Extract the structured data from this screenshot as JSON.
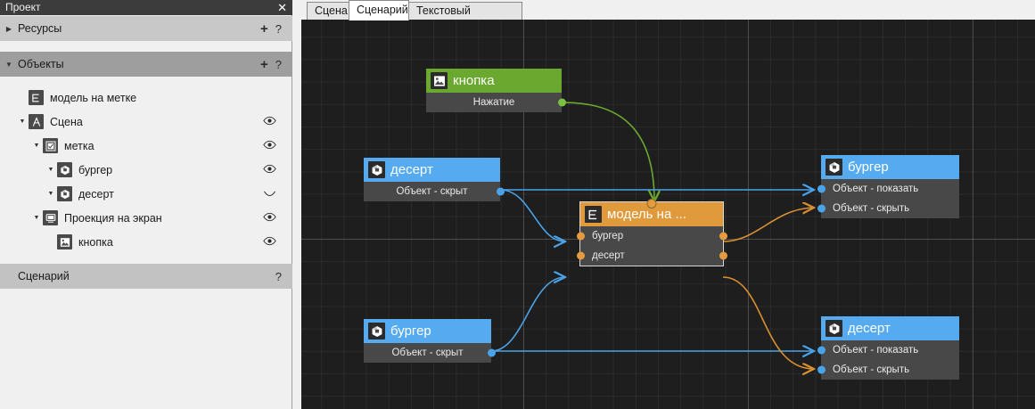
{
  "panel": {
    "title": "Проект",
    "close_icon": "close-icon",
    "sections": [
      {
        "label": "Ресурсы",
        "arrow": "▶",
        "plus": "+",
        "help": "?",
        "style": "light"
      },
      {
        "label": "Объекты",
        "arrow": "▼",
        "plus": "+",
        "help": "?",
        "style": "dark"
      }
    ],
    "footer_section": {
      "label": "Сценарий",
      "help": "?"
    },
    "tree": [
      {
        "label": "модель на метке",
        "arrow": "",
        "icon": "marker-model-icon",
        "indent": 0,
        "eye": "none"
      },
      {
        "label": "Сцена",
        "arrow": "▼",
        "icon": "scene-icon",
        "indent": 0,
        "eye": "open"
      },
      {
        "label": "метка",
        "arrow": "▼",
        "icon": "marker-icon",
        "indent": 1,
        "eye": "open"
      },
      {
        "label": "бургер",
        "arrow": "▼",
        "icon": "cube-icon",
        "indent": 2,
        "eye": "open"
      },
      {
        "label": "десерт",
        "arrow": "▼",
        "icon": "cube-icon",
        "indent": 2,
        "eye": "closed"
      },
      {
        "label": "Проекция на экран",
        "arrow": "▼",
        "icon": "screen-icon",
        "indent": 1,
        "eye": "open"
      },
      {
        "label": "кнопка",
        "arrow": "",
        "icon": "image-icon",
        "indent": 2,
        "eye": "open"
      }
    ]
  },
  "tabs": [
    {
      "label": "Сцена",
      "active": false
    },
    {
      "label": "Сценарий",
      "active": true
    },
    {
      "label": "Текстовый редактор",
      "active": false
    }
  ],
  "graph": {
    "nodes": [
      {
        "id": "button",
        "title": "кнопка",
        "icon": "image-icon",
        "color": "green",
        "selected": false,
        "rows": [
          {
            "label": "Нажатие",
            "align": "center",
            "out": "green"
          }
        ]
      },
      {
        "id": "dessert_src",
        "title": "десерт",
        "icon": "cube-icon",
        "color": "blue",
        "selected": false,
        "rows": [
          {
            "label": "Объект - скрыт",
            "align": "center",
            "out": "blue"
          }
        ]
      },
      {
        "id": "model",
        "title": "модель на ...",
        "icon": "marker-model-icon",
        "color": "orange",
        "selected": true,
        "rows": [
          {
            "label": "бургер",
            "align": "left",
            "in": "orange",
            "out": "orange"
          },
          {
            "label": "десерт",
            "align": "left",
            "in": "orange",
            "out": "orange"
          }
        ]
      },
      {
        "id": "burger_tgt",
        "title": "бургер",
        "icon": "cube-icon",
        "color": "blue",
        "selected": false,
        "rows": [
          {
            "label": "Объект - показать",
            "align": "left",
            "in": "blue"
          },
          {
            "label": "Объект - скрыть",
            "align": "left",
            "in": "blue"
          }
        ]
      },
      {
        "id": "burger_src",
        "title": "бургер",
        "icon": "cube-icon",
        "color": "blue",
        "selected": false,
        "rows": [
          {
            "label": "Объект - скрыт",
            "align": "center",
            "out": "blue"
          }
        ]
      },
      {
        "id": "dessert_tgt",
        "title": "десерт",
        "icon": "cube-icon",
        "color": "blue",
        "selected": false,
        "rows": [
          {
            "label": "Объект - показать",
            "align": "left",
            "in": "blue"
          },
          {
            "label": "Объект - скрыть",
            "align": "left",
            "in": "blue"
          }
        ]
      }
    ],
    "edges": [
      {
        "from": "button.Нажатие",
        "to": "model.top",
        "color": "#6aa830"
      },
      {
        "from": "dessert_src.Объект - скрыт",
        "to": "burger_tgt.Объект - показать",
        "color": "#4aa3e8"
      },
      {
        "from": "dessert_src.Объект - скрыт",
        "to": "model.бургер",
        "color": "#4aa3e8"
      },
      {
        "from": "burger_src.Объект - скрыт",
        "to": "model.десерт",
        "color": "#4aa3e8"
      },
      {
        "from": "burger_src.Объект - скрыт",
        "to": "dessert_tgt.Объект - показать",
        "color": "#4aa3e8"
      },
      {
        "from": "model.бургер.out",
        "to": "burger_tgt.Объект - скрыть",
        "color": "#d99030"
      },
      {
        "from": "model.десерт.out",
        "to": "dessert_tgt.Объект - скрыть",
        "color": "#d99030"
      }
    ]
  },
  "colors": {
    "accent_blue": "#55aaf0",
    "accent_green": "#6aa830",
    "accent_orange": "#e09a3c",
    "node_body": "#484848",
    "canvas_bg": "#1e1e1e"
  }
}
